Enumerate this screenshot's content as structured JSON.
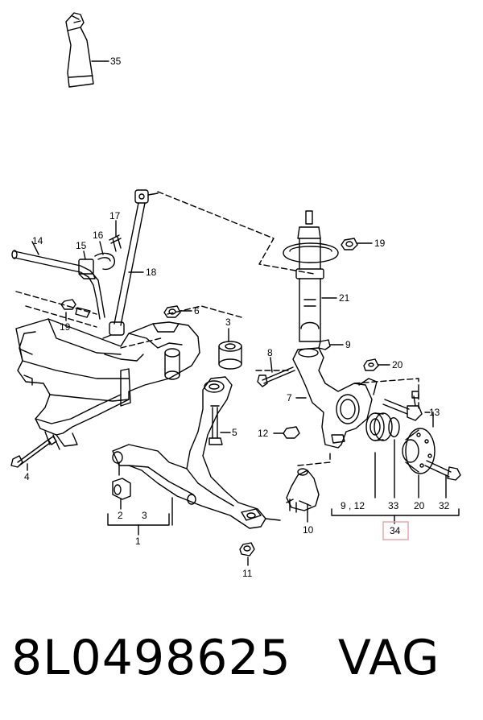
{
  "diagram": {
    "callouts": {
      "p35": "35",
      "p14": "14",
      "p15": "15",
      "p16": "16",
      "p17": "17",
      "p18": "18",
      "p19a": "19",
      "p19b": "19",
      "p21": "21",
      "p6": "6",
      "p3top": "3",
      "p9": "9",
      "p8": "8",
      "p20": "20",
      "p7": "7",
      "p13": "13",
      "p5": "5",
      "p12": "12",
      "p4": "4",
      "p2": "2",
      "p3bottom": "3",
      "p1": "1",
      "p10": "10",
      "p11": "11",
      "g9_12": "9 , 12",
      "g33": "33",
      "g20": "20",
      "g32": "32",
      "g34": "34"
    },
    "highlight_color": "#e8a0a8"
  },
  "caption": {
    "part_number": "8L0498625",
    "brand": "VAG"
  }
}
